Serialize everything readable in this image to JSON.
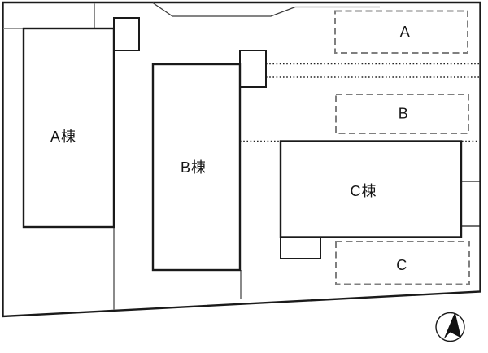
{
  "buildings": [
    {
      "label": "A棟"
    },
    {
      "label": "B棟"
    },
    {
      "label": "C棟"
    }
  ],
  "parking": [
    {
      "label": "A"
    },
    {
      "label": "B"
    },
    {
      "label": "C"
    }
  ],
  "icons": {
    "compass": "north-arrow"
  },
  "colors": {
    "outline": "#1a1a1a",
    "dashed_parking": "#7f7f7f",
    "gray_divider": "#8a8a8a",
    "background": "#ffffff"
  }
}
